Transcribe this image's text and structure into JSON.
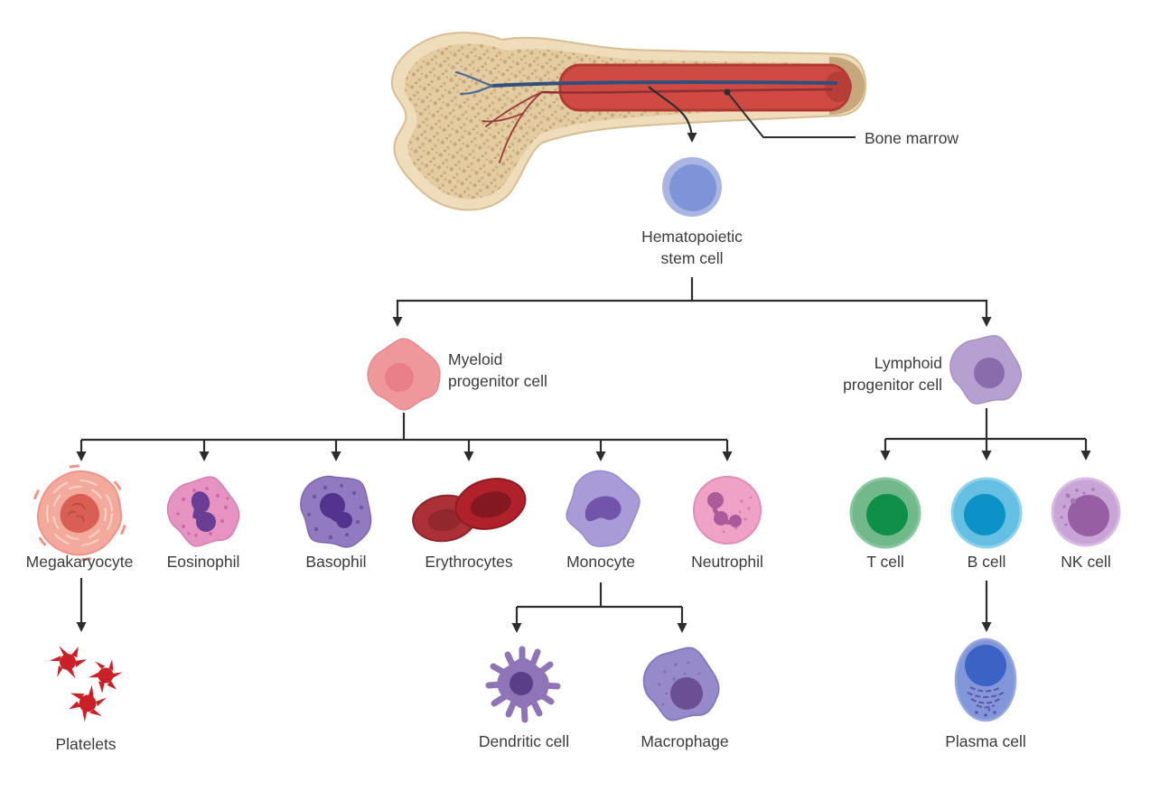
{
  "bone": {
    "label": "Bone marrow"
  },
  "root": {
    "line1": "Hematopoietic",
    "line2": "stem cell"
  },
  "myeloid": {
    "line1": "Myeloid",
    "line2": "progenitor cell"
  },
  "lymphoid": {
    "line1": "Lymphoid",
    "line2": "progenitor cell"
  },
  "myeloid_children": {
    "megakaryocyte": "Megakaryocyte",
    "eosinophil": "Eosinophil",
    "basophil": "Basophil",
    "erythrocytes": "Erythrocytes",
    "monocyte": "Monocyte",
    "neutrophil": "Neutrophil"
  },
  "lymphoid_children": {
    "t_cell": "T cell",
    "b_cell": "B cell",
    "nk_cell": "NK cell"
  },
  "descendants": {
    "platelets": "Platelets",
    "dendritic_cell": "Dendritic cell",
    "macrophage": "Macrophage",
    "plasma_cell": "Plasma cell"
  },
  "colors": {
    "connector": "#2d2d2d",
    "label_text": "#3b3b3b",
    "bone_cortex": "#eedcba",
    "bone_spongy": "#e3cba2",
    "bone_marrow_red": "#cf4a42",
    "stem_body": "#a9b6e3",
    "stem_nucleus": "#7e93d8",
    "myeloid_body": "#ef989c",
    "myeloid_nucleus": "#e87f86",
    "lymphoid_body": "#b6a0d2",
    "lymphoid_nucleus": "#8a6cad",
    "megakaryocyte_body": "#f3a99c",
    "megakaryocyte_nucleus": "#d95f55",
    "eosinophil_body": "#e693c2",
    "eosinophil_nucleus": "#6a3e95",
    "basophil_body": "#927ac0",
    "basophil_nucleus": "#54338e",
    "erythrocyte_front": "#b1212b",
    "erythrocyte_back": "#ab3136",
    "monocyte_body": "#a99bd7",
    "monocyte_nucleus": "#7254ac",
    "neutrophil_body": "#efa2c5",
    "neutrophil_nucleus": "#ad5a9c",
    "t_cell_body": "#71b98a",
    "t_cell_nucleus": "#0f9048",
    "b_cell_body": "#64bfe2",
    "b_cell_nucleus": "#0d92c7",
    "nk_cell_body": "#c9a4d7",
    "nk_cell_nucleus": "#965fa4",
    "platelet": "#c92127",
    "dendritic_body": "#8f74b7",
    "dendritic_nucleus": "#5a3e87",
    "macrophage_body": "#968aca",
    "macrophage_nucleus": "#6a4f95",
    "plasma_body": "#8197d9",
    "plasma_nucleus": "#3b62c4"
  }
}
